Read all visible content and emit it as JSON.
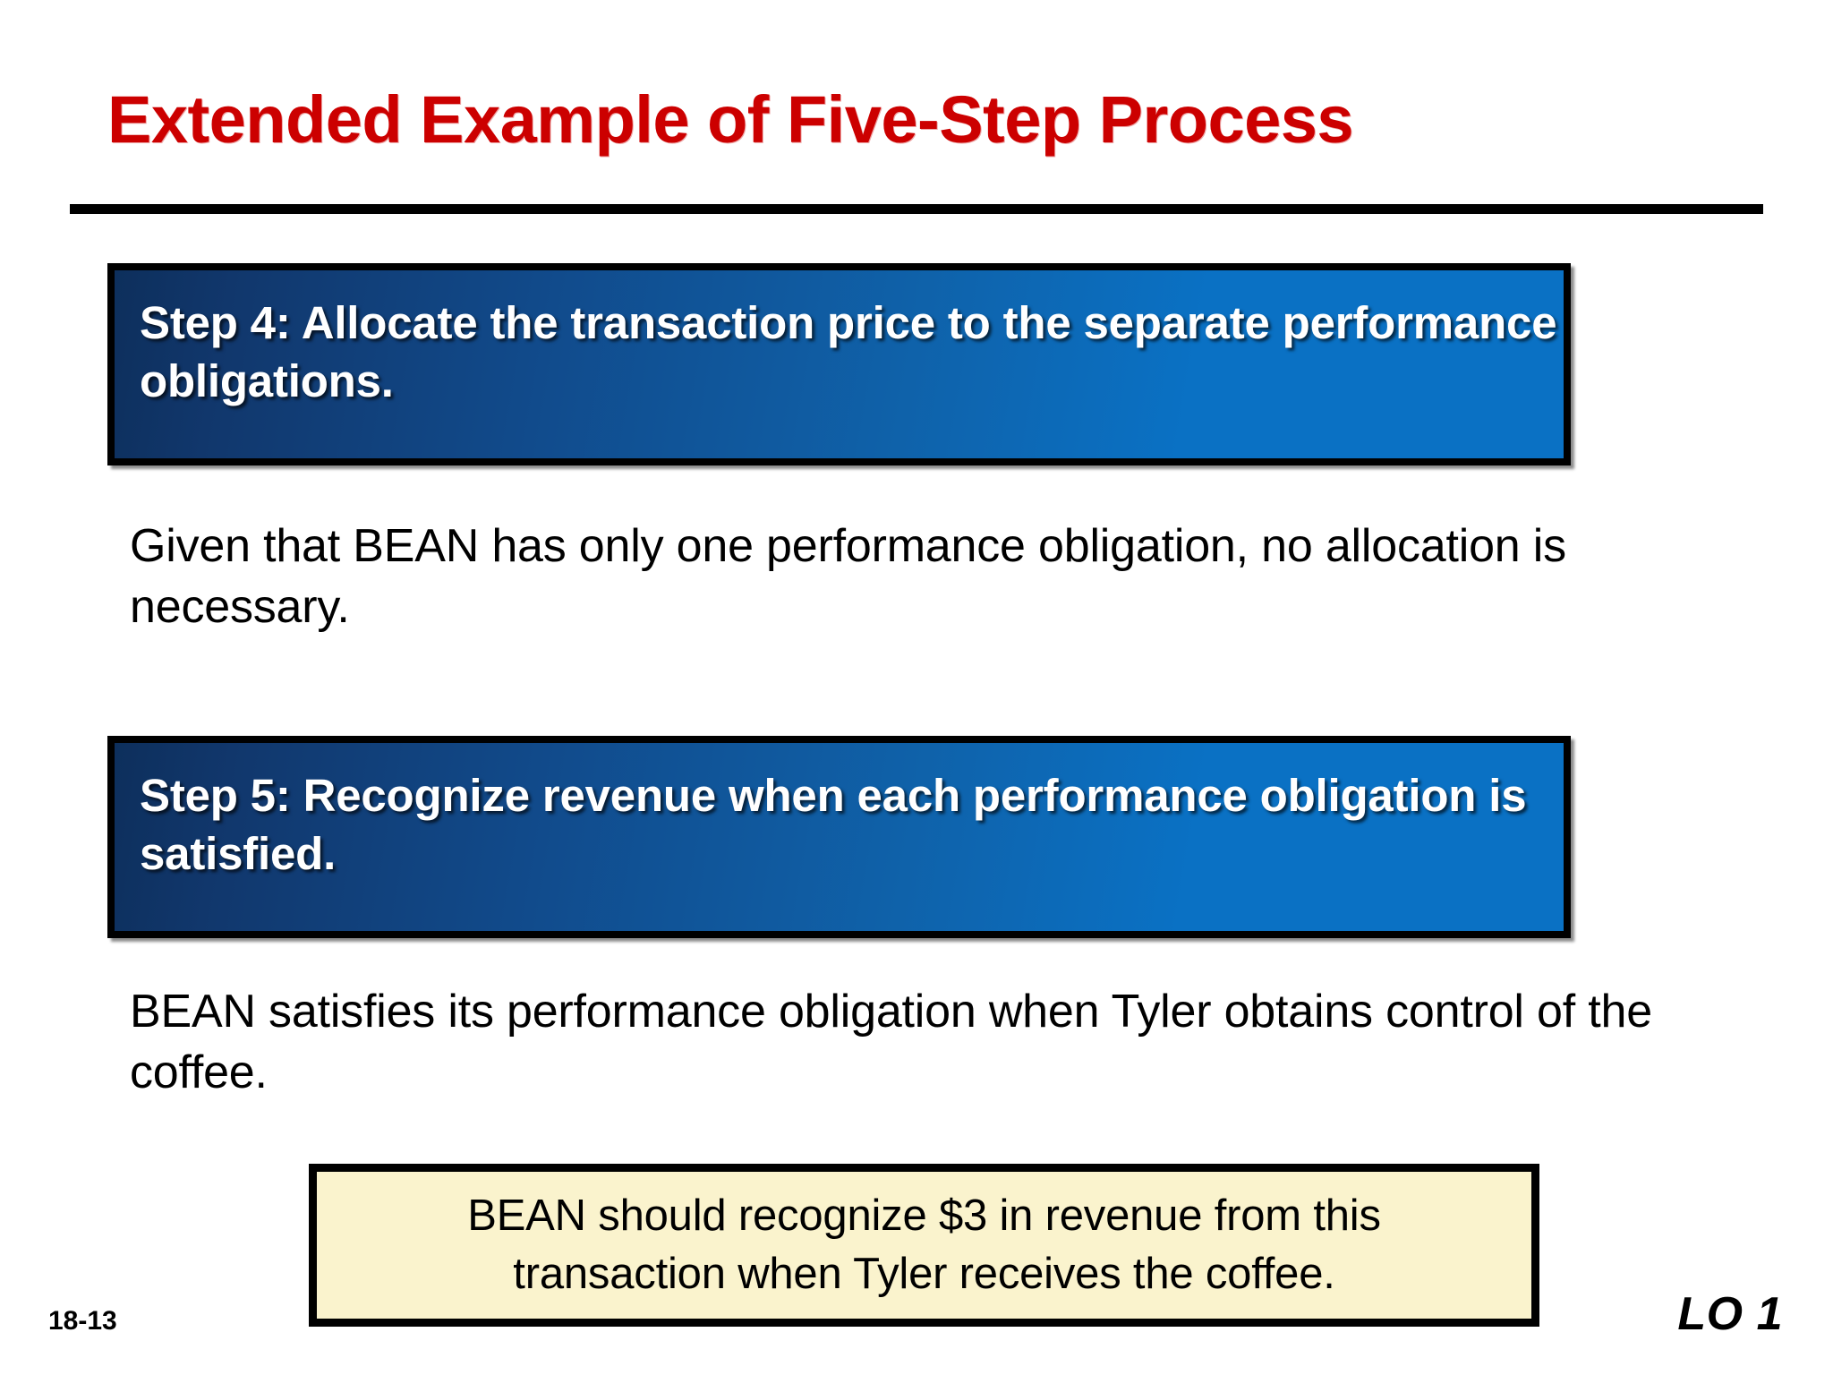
{
  "slide": {
    "title": "Extended Example of Five-Step Process",
    "slide_number": "18-13",
    "learning_objective": "LO 1",
    "colors": {
      "title_red": "#cc0000",
      "banner_dark_blue": "#0d2f5c",
      "banner_bright_blue": "#0a71c4",
      "callout_fill": "#faf3cd",
      "rule_black": "#000000",
      "body_text": "#000000"
    }
  },
  "steps": [
    {
      "banner": "Step 4: Allocate the transaction price to the separate performance obligations.",
      "body": "Given that BEAN has only one performance obligation, no allocation is necessary."
    },
    {
      "banner": "Step 5: Recognize revenue when each performance obligation is satisfied.",
      "body": "BEAN satisfies its performance obligation when Tyler obtains control of the coffee."
    }
  ],
  "callout": {
    "line1": "BEAN should recognize $3 in revenue from this",
    "line2": "transaction when Tyler receives the coffee."
  }
}
